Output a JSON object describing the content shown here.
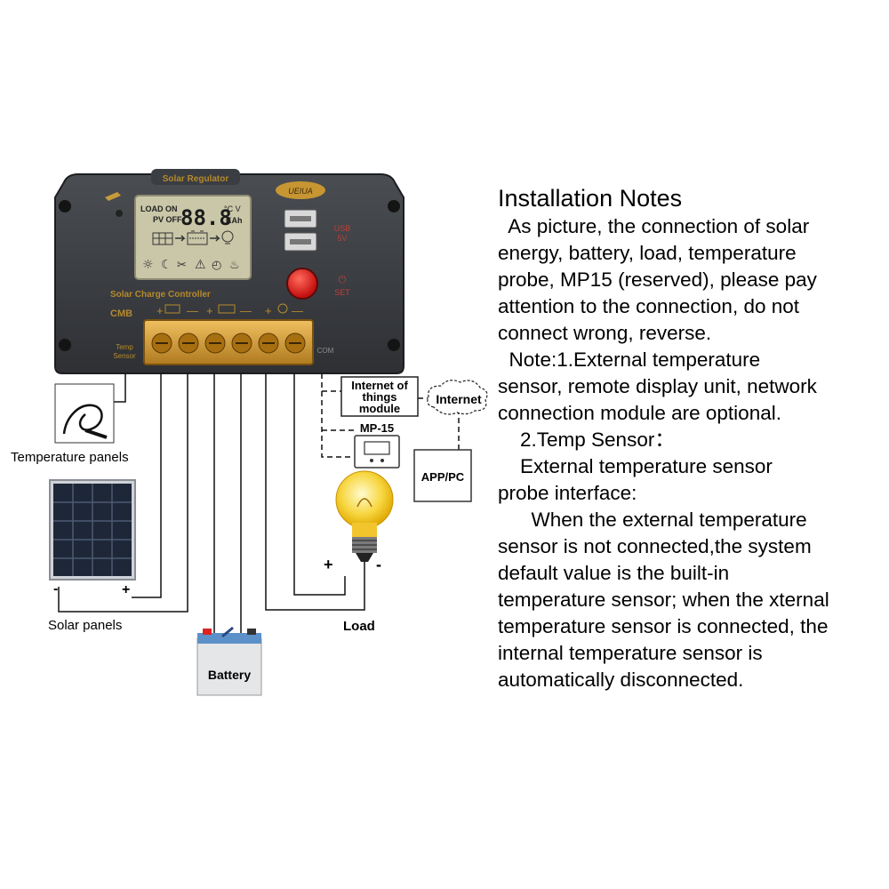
{
  "device": {
    "top_label": "Solar Regulator",
    "brand": "UEIUA",
    "lcd": {
      "load_on": "LOAD ON",
      "pv_off": "PV OFF",
      "digits": "88.8",
      "unit_temp": "°C V",
      "unit_kah": "KAh"
    },
    "usb_label_1": "USB",
    "usb_label_2": "5V",
    "set_label": "SET",
    "controller_label": "Solar Charge Controller",
    "model": "CMB",
    "temp_sensor_1": "Temp",
    "temp_sensor_2": "Sensor",
    "com_label": "COM"
  },
  "labels": {
    "temperature_panels": "Temperature panels",
    "solar_panels": "Solar panels",
    "solar_minus": "-",
    "solar_plus": "+",
    "battery": "Battery",
    "load": "Load",
    "load_plus": "+",
    "load_minus": "-",
    "iot_module_1": "Internet of",
    "iot_module_2": "things",
    "iot_module_3": "module",
    "internet": "Internet",
    "mp15": "MP-15",
    "app_pc": "APP/PC"
  },
  "notes": {
    "title": "Installation Notes",
    "lines": [
      "  As picture, the connection of solar",
      "energy, battery, load, temperature",
      "probe, MP15 (reserved), please pay",
      "attention to the connection, do not",
      "connect wrong, reverse.",
      "  Note:1.External temperature",
      "sensor, remote display unit, network",
      "connection module are optional.",
      "    2.Temp Sensor：",
      "    External temperature sensor",
      "probe interface:",
      "      When the external temperature",
      "sensor is not connected,the system",
      "default value is the built-in",
      "temperature sensor; when the xternal",
      "temperature sensor is connected, the",
      "internal temperature sensor is",
      "automatically disconnected."
    ]
  },
  "colors": {
    "housing": "#3c3f44",
    "terminal": "#d9a23a",
    "lcd": "#c9c7a8",
    "set_button": "#e21d1d"
  }
}
